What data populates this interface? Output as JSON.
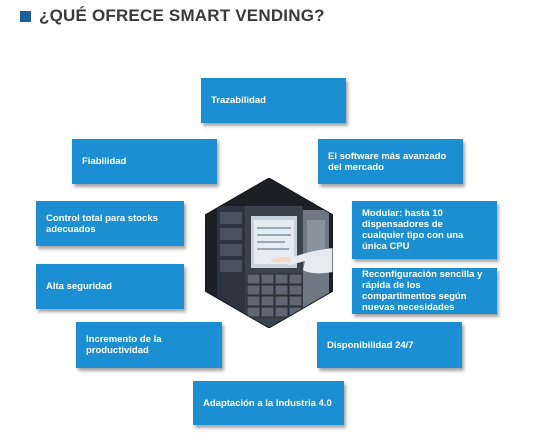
{
  "header": {
    "title": "¿QUÉ OFRECE SMART VENDING?"
  },
  "features": {
    "trazabilidad": "Trazabilidad",
    "fiabilidad": "Fiabilidad",
    "software": "El software más avanzado del mercado",
    "control": "Control total para stocks adecuados",
    "modular": "Modular: hasta 10 dispensadores de cualquier tipo con una única CPU",
    "seguridad": "Alta seguridad",
    "reconfiguracion": "Reconfiguración sencilla y rápida de los compartimentos según nuevas necesidades",
    "productividad": "Incremento de la productividad",
    "disponibilidad": "Disponibilidad 24/7",
    "industria": "Adaptación a la Industria 4.0"
  },
  "colors": {
    "box": "#1b8fd1",
    "title_square": "#1a5f9e",
    "hexagon": "#1c1f24"
  },
  "icons": {
    "center": "vending-machine-hexagon"
  }
}
